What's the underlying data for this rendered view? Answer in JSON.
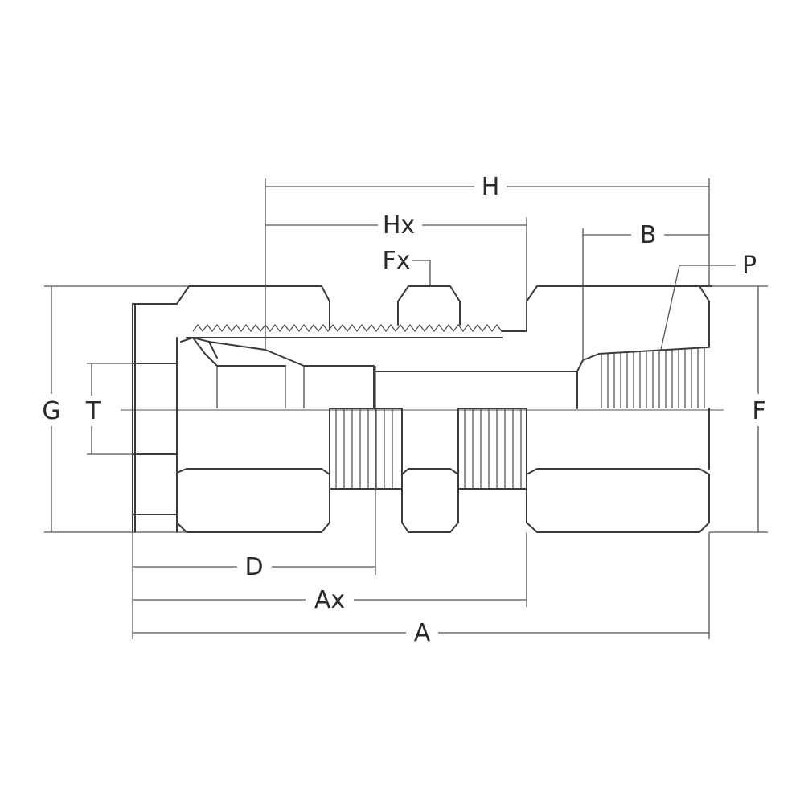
{
  "diagram": {
    "labels": {
      "H": "H",
      "Hx": "Hx",
      "Fx": "Fx",
      "B": "B",
      "P": "P",
      "G": "G",
      "T": "T",
      "F": "F",
      "D": "D",
      "Ax": "Ax",
      "A": "A"
    }
  }
}
